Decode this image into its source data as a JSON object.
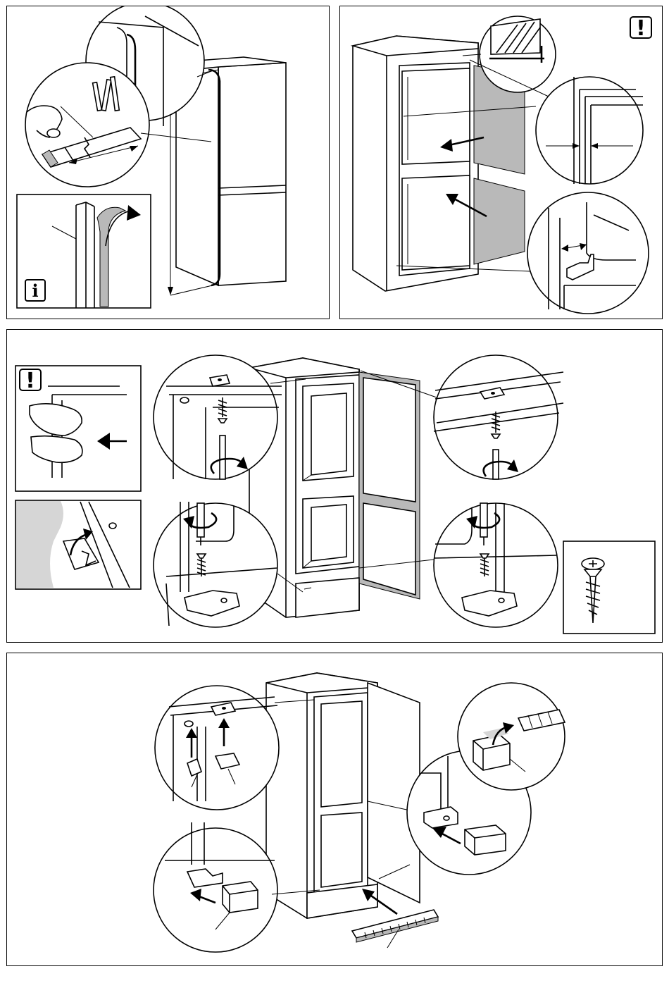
{
  "panels": [
    {
      "id": "panel-1",
      "badge": {
        "type": "info",
        "symbol": "i",
        "icon": "info-icon"
      }
    },
    {
      "id": "panel-2",
      "badge": {
        "type": "warning",
        "symbol": "!",
        "icon": "warning-icon"
      }
    },
    {
      "id": "panel-3",
      "badge": {
        "type": "warning",
        "symbol": "!",
        "icon": "warning-icon"
      }
    },
    {
      "id": "panel-4",
      "badge": null
    }
  ],
  "icons": [
    "info-icon",
    "warning-icon",
    "screw-icon",
    "arrow-icon",
    "rotate-arrow-icon",
    "tape-measure-icon",
    "hand-icon",
    "screwdriver-icon",
    "bracket-icon",
    "cover-cap-icon",
    "blade-icon",
    "ventilation-grille-icon"
  ],
  "colors": {
    "line": "#000000",
    "fill": "#ffffff",
    "shade": "#b9b9b9"
  }
}
